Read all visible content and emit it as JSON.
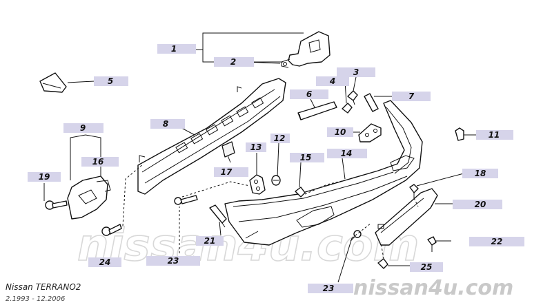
{
  "watermark": {
    "center_text": "nissan4u.com",
    "site_text": "nissan4u.com"
  },
  "vehicle": {
    "model": "Nissan TERRANO2",
    "years": "2.1993 - 12.2006"
  },
  "callouts": [
    {
      "id": "c1",
      "label": "1"
    },
    {
      "id": "c2",
      "label": "2"
    },
    {
      "id": "c3",
      "label": "3"
    },
    {
      "id": "c4",
      "label": "4"
    },
    {
      "id": "c5",
      "label": "5"
    },
    {
      "id": "c6",
      "label": "6"
    },
    {
      "id": "c7",
      "label": "7"
    },
    {
      "id": "c8",
      "label": "8"
    },
    {
      "id": "c9",
      "label": "9"
    },
    {
      "id": "c10",
      "label": "10"
    },
    {
      "id": "c11",
      "label": "11"
    },
    {
      "id": "c12",
      "label": "12"
    },
    {
      "id": "c13",
      "label": "13"
    },
    {
      "id": "c14",
      "label": "14"
    },
    {
      "id": "c15",
      "label": "15"
    },
    {
      "id": "c16",
      "label": "16"
    },
    {
      "id": "c17",
      "label": "17"
    },
    {
      "id": "c18",
      "label": "18"
    },
    {
      "id": "c19",
      "label": "19"
    },
    {
      "id": "c20",
      "label": "20"
    },
    {
      "id": "c21",
      "label": "21"
    },
    {
      "id": "c22",
      "label": "22"
    },
    {
      "id": "c23a",
      "label": "23"
    },
    {
      "id": "c23b",
      "label": "23"
    },
    {
      "id": "c24",
      "label": "24"
    },
    {
      "id": "c25",
      "label": "25"
    }
  ]
}
